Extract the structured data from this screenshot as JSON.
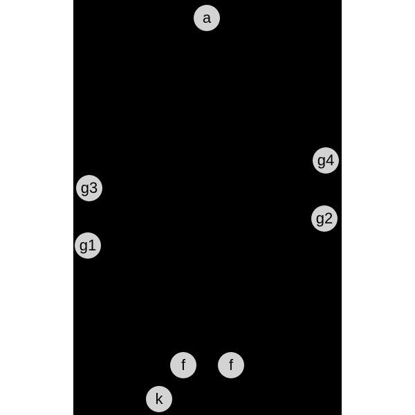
{
  "nodes": {
    "a": "a",
    "g4": "g4",
    "g3": "g3",
    "g2": "g2",
    "g1": "g1",
    "f1": "f",
    "f2": "f",
    "k": "k"
  },
  "colors": {
    "background": "#ffffff",
    "panel": "#000000",
    "node_fill": "#d3d3d3",
    "node_text": "#000000"
  }
}
